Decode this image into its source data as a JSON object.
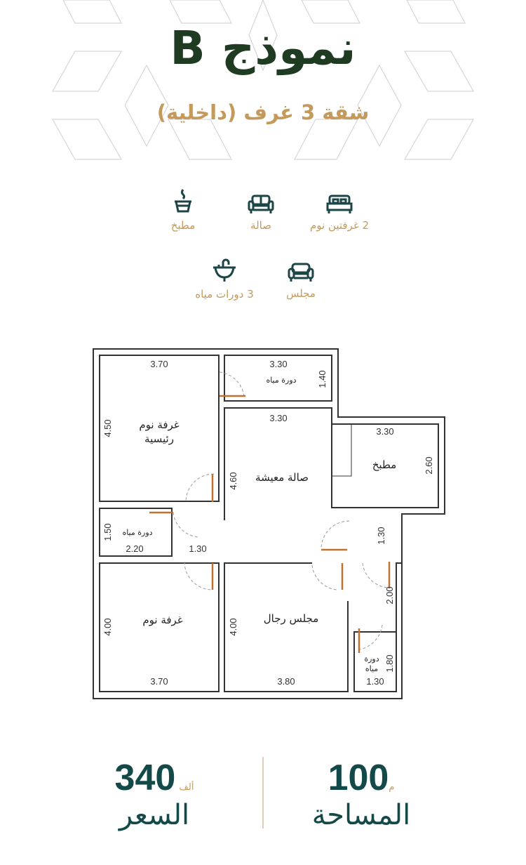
{
  "header": {
    "title": "نموذج B",
    "subtitle": "شقة 3 غرف (داخلية)"
  },
  "features": [
    {
      "icon": "bed-icon",
      "label": "2 غرفتين نوم"
    },
    {
      "icon": "sofa-icon",
      "label": "صالة"
    },
    {
      "icon": "cooking-pot-icon",
      "label": "مطبخ"
    },
    {
      "icon": "armchair-icon",
      "label": "مجلس"
    },
    {
      "icon": "sink-icon",
      "label": "3 دورات مياه"
    }
  ],
  "floor_plan": {
    "rooms": {
      "master_bedroom_1": "غرفة نوم",
      "master_bedroom_2": "رئيسية",
      "bath_top": "دورة مياه",
      "living": "صالة معيشة",
      "kitchen": "مطبخ",
      "bath_left": "دورة مياه",
      "bedroom": "غرفة نوم",
      "majlis": "مجلس رجال",
      "bath_right_1": "دورة",
      "bath_right_2": "مياه"
    },
    "dimensions": {
      "master_w": "3.70",
      "master_h": "4.50",
      "bath_top_w": "3.30",
      "bath_top_h": "1.40",
      "living_w": "3.30",
      "living_h": "4.60",
      "kitchen_w": "3.30",
      "kitchen_h": "2.60",
      "bath_left_h": "1.50",
      "bath_left_w": "2.20",
      "corridor_w": "1.30",
      "hall_h": "1.30",
      "bedroom_w": "3.70",
      "bedroom_h": "4.00",
      "majlis_w": "3.80",
      "majlis_h": "4.00",
      "entry_h": "2.00",
      "bath_right_h": "1.80",
      "bath_right_w": "1.30"
    },
    "colors": {
      "wall": "#333333",
      "door": "#c0712e"
    }
  },
  "stats": {
    "area": {
      "value": "100",
      "unit": "م",
      "label": "المساحة"
    },
    "price": {
      "value": "340",
      "unit": "ألف",
      "label": "السعر"
    }
  },
  "colors": {
    "title": "#1f3b22",
    "accent_gold": "#c49a5c",
    "teal": "#14494a"
  }
}
